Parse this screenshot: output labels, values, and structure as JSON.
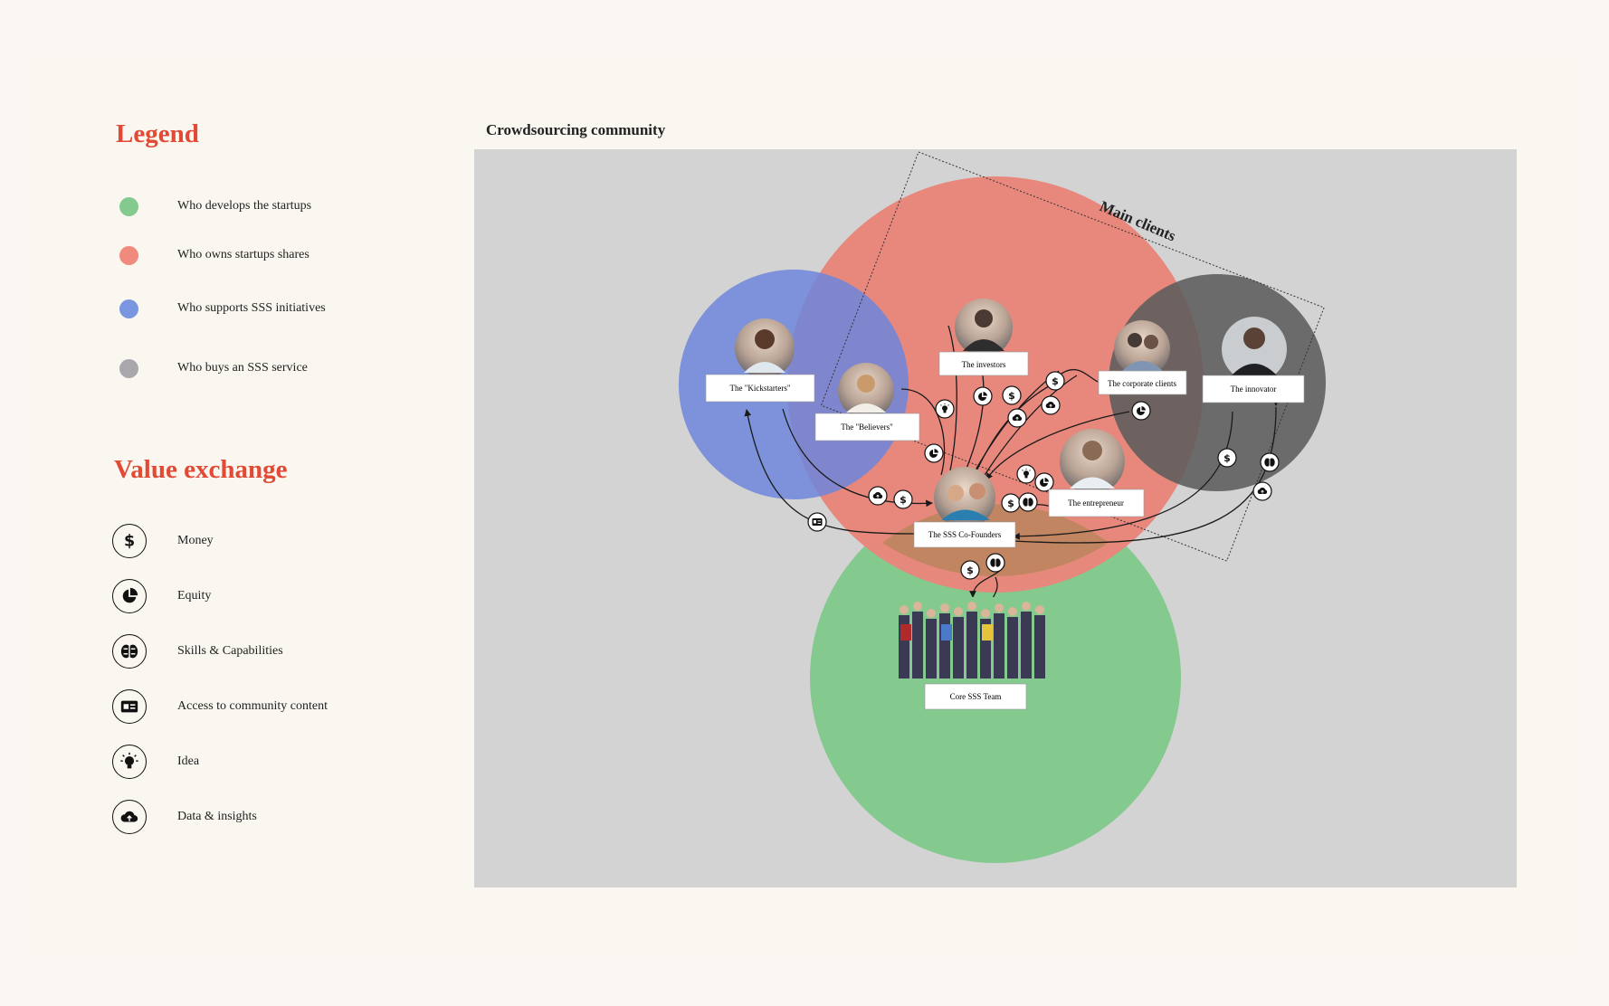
{
  "legend": {
    "title": "Legend",
    "items": [
      {
        "label": "Who develops the startups",
        "color": "#84c98e"
      },
      {
        "label": "Who owns startups shares",
        "color": "#ef8a7c"
      },
      {
        "label": "Who supports SSS initiatives",
        "color": "#7b96e0"
      },
      {
        "label": "Who buys an SSS service",
        "color": "#a9a7ab"
      }
    ]
  },
  "value_exchange": {
    "title": "Value exchange",
    "items": [
      {
        "label": "Money",
        "icon": "dollar-icon"
      },
      {
        "label": "Equity",
        "icon": "pie-chart-icon"
      },
      {
        "label": "Skills & Capabilities",
        "icon": "brain-icon"
      },
      {
        "label": "Access to community content",
        "icon": "id-card-icon"
      },
      {
        "label": "Idea",
        "icon": "lightbulb-icon"
      },
      {
        "label": "Data & insights",
        "icon": "cloud-upload-icon"
      }
    ]
  },
  "community": {
    "title": "Crowdsourcing community",
    "main_clients_label": "Main clients",
    "nodes": {
      "kickstarters": "The \"Kickstarters\"",
      "believers": "The \"Believers\"",
      "investors": "The investors",
      "corporate": "The corporate clients",
      "innovator": "The innovator",
      "entrepreneur": "The entrepreneur",
      "cofounders": "The SSS Co-Founders",
      "core_team": "Core SSS Team"
    }
  },
  "colors": {
    "green": "#84c98e",
    "red": "#e9877b",
    "blue": "#7d96e0",
    "grey": "#6e6e6e",
    "accent": "#e24a35",
    "canvas": "#d3d3d3"
  }
}
